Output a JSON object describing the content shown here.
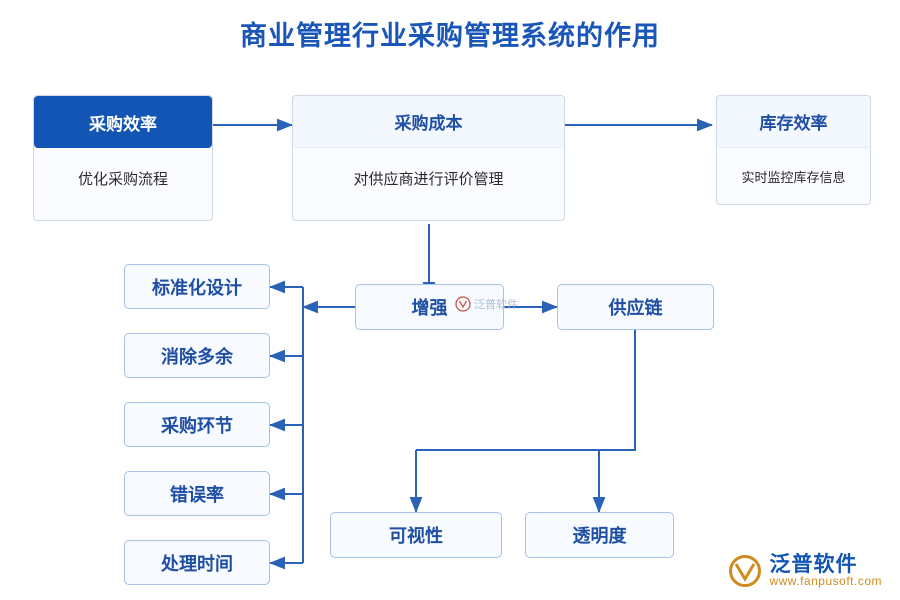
{
  "title": "商业管理行业采购管理系统的作用",
  "theme": {
    "accent": "#1255b5",
    "node_border": "#a8c3e8",
    "node_bg": "#f7faff",
    "line": "#2a62b8",
    "title_color": "#1a56b8",
    "brand_orange": "#d08b1e"
  },
  "cards": [
    {
      "id": "efficiency",
      "head": "采购效率",
      "body": "优化采购流程",
      "head_style": "blue"
    },
    {
      "id": "cost",
      "head": "采购成本",
      "body": "对供应商进行评价管理",
      "head_style": "light"
    },
    {
      "id": "inventory",
      "head": "库存效率",
      "body": "实时监控库存信息",
      "head_style": "light"
    }
  ],
  "nodes": [
    {
      "id": "standardize",
      "label": "标准化设计"
    },
    {
      "id": "remove-excess",
      "label": "消除多余"
    },
    {
      "id": "procure-step",
      "label": "采购环节"
    },
    {
      "id": "error-rate",
      "label": "错误率"
    },
    {
      "id": "process-time",
      "label": "处理时间"
    },
    {
      "id": "enhance",
      "label": "增强"
    },
    {
      "id": "supply-chain",
      "label": "供应链"
    },
    {
      "id": "visibility",
      "label": "可视性"
    },
    {
      "id": "transparency",
      "label": "透明度"
    }
  ],
  "watermark": {
    "text": "泛普软件"
  },
  "logo": {
    "cn": "泛普软件",
    "en": "www.fanpusoft.com"
  }
}
